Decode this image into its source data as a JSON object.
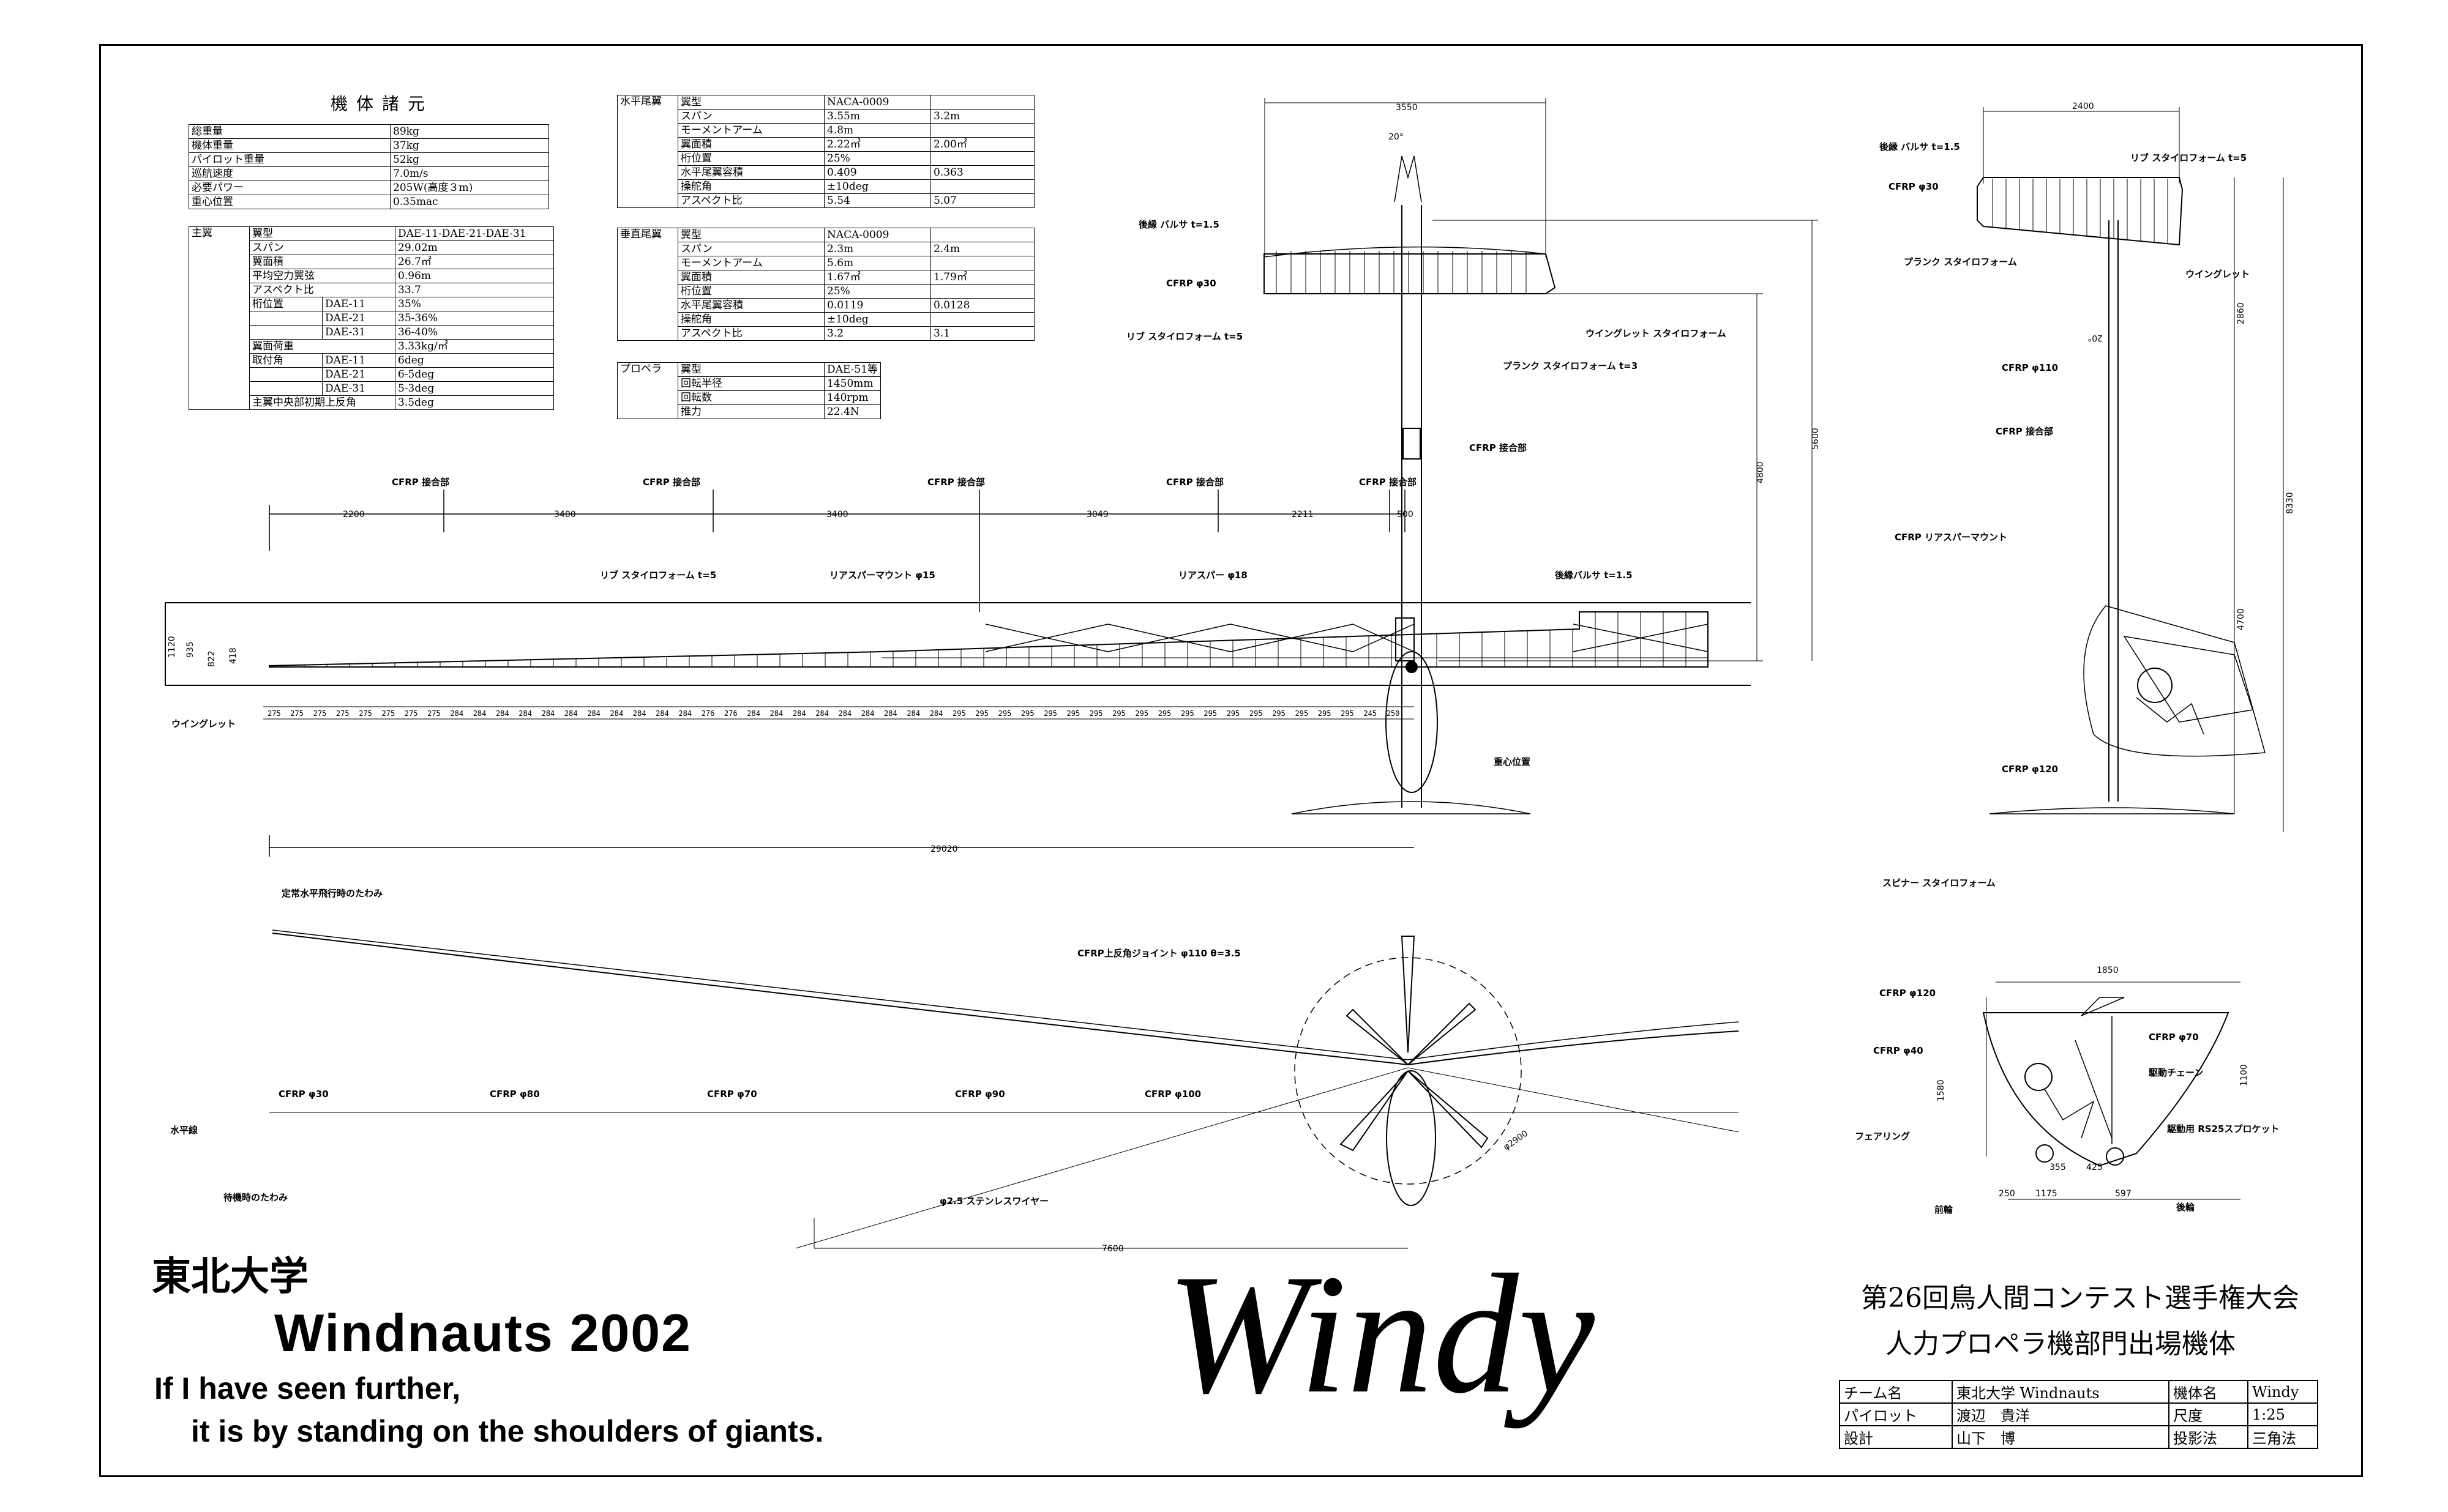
{
  "spec_main": {
    "heading": "機体諸元",
    "rows": [
      [
        "総重量",
        "89kg"
      ],
      [
        "機体重量",
        "37kg"
      ],
      [
        "パイロット重量",
        "52kg"
      ],
      [
        "巡航速度",
        "7.0m/s"
      ],
      [
        "必要パワー",
        "205W(高度３m)"
      ],
      [
        "重心位置",
        "0.35mac"
      ]
    ]
  },
  "spec_wing": {
    "group": "主翼",
    "rows": [
      [
        "翼型",
        "DAE-11-DAE-21-DAE-31"
      ],
      [
        "スパン",
        "29.02m"
      ],
      [
        "翼面積",
        "26.7㎡"
      ],
      [
        "平均空力翼弦",
        "0.96m"
      ],
      [
        "アスペクト比",
        "33.7"
      ],
      [
        "桁位置",
        "DAE-11",
        "35%"
      ],
      [
        "",
        "DAE-21",
        "35-36%"
      ],
      [
        "",
        "DAE-31",
        "36-40%"
      ],
      [
        "翼面荷重",
        "3.33kg/㎡"
      ],
      [
        "取付角",
        "DAE-11",
        "6deg"
      ],
      [
        "",
        "DAE-21",
        "6-5deg"
      ],
      [
        "",
        "DAE-31",
        "5-3deg"
      ],
      [
        "主翼中央部初期上反角",
        "3.5deg"
      ]
    ]
  },
  "spec_htail": {
    "group": "水平尾翼",
    "rows": [
      [
        "翼型",
        "NACA-0009",
        ""
      ],
      [
        "スパン",
        "3.55m",
        "3.2m"
      ],
      [
        "モーメントアーム",
        "4.8m",
        ""
      ],
      [
        "翼面積",
        "2.22㎡",
        "2.00㎡"
      ],
      [
        "桁位置",
        "25%",
        ""
      ],
      [
        "水平尾翼容積",
        "0.409",
        "0.363"
      ],
      [
        "操舵角",
        "±10deg",
        ""
      ],
      [
        "アスペクト比",
        "5.54",
        "5.07"
      ]
    ]
  },
  "spec_vtail": {
    "group": "垂直尾翼",
    "rows": [
      [
        "翼型",
        "NACA-0009",
        ""
      ],
      [
        "スパン",
        "2.3m",
        "2.4m"
      ],
      [
        "モーメントアーム",
        "5.6m",
        ""
      ],
      [
        "翼面積",
        "1.67㎡",
        "1.79㎡"
      ],
      [
        "桁位置",
        "25%",
        ""
      ],
      [
        "水平尾翼容積",
        "0.0119",
        "0.0128"
      ],
      [
        "操舵角",
        "±10deg",
        ""
      ],
      [
        "アスペクト比",
        "3.2",
        "3.1"
      ]
    ]
  },
  "spec_prop": {
    "group": "プロペラ",
    "rows": [
      [
        "翼型",
        "DAE-51等"
      ],
      [
        "回転半径",
        "1450mm"
      ],
      [
        "回転数",
        "140rpm"
      ],
      [
        "推力",
        "22.4N"
      ]
    ]
  },
  "top_view": {
    "joint_labels": [
      "CFRP 接合部",
      "CFRP 接合部",
      "CFRP 接合部",
      "CFRP 接合部",
      "CFRP 接合部"
    ],
    "seg_dims": [
      "2200",
      "3400",
      "3400",
      "3049",
      "2211",
      "500"
    ],
    "rib_label": "リブ スタイロフォーム t=5",
    "rear_mount_label": "リアスパーマウント φ15",
    "rear_spar_label": "リアスパー φ18",
    "te_label": "後縁バルサ t=1.5",
    "winglet_label": "ウイングレット",
    "chord_dims": [
      "1120",
      "935",
      "822",
      "418"
    ],
    "rib_spacings": [
      "275",
      "275",
      "275",
      "275",
      "275",
      "275",
      "275",
      "275",
      "284",
      "284",
      "284",
      "284",
      "284",
      "284",
      "284",
      "284",
      "284",
      "284",
      "284",
      "276",
      "276",
      "284",
      "284",
      "284",
      "284",
      "284",
      "284",
      "284",
      "284",
      "284",
      "295",
      "295",
      "295",
      "295",
      "295",
      "295",
      "295",
      "295",
      "295",
      "295",
      "295",
      "295",
      "295",
      "295",
      "295",
      "295",
      "295",
      "295",
      "245",
      "250"
    ],
    "span_dim": "29020",
    "cg_label": "重心位置",
    "fuse_joint_label": "CFRP 接合部",
    "tail_span_dim": "3550",
    "tail_angle": "20°",
    "tail_te_label": "後縁 バルサ t=1.5",
    "tail_cfrp_label": "CFRP φ30",
    "tail_rib_label": "リブ スタイロフォーム t=5",
    "tail_winglet_label": "ウイングレット スタイロフォーム",
    "tail_plank_label": "プランク スタイロフォーム t=3",
    "dim_4800": "4800",
    "dim_5600": "5600"
  },
  "side_view": {
    "span_dim": "2400",
    "te_label": "後縁 バルサ t=1.5",
    "cfrp30": "CFRP φ30",
    "rib_label": "リブ スタイロフォーム t=5",
    "plank_label": "プランク スタイロフォーム",
    "winglet_label": "ウイングレット",
    "angle": "20°",
    "cfrp110": "CFRP φ110",
    "joint": "CFRP 接合部",
    "rear_mount": "CFRP リアスパーマウント",
    "cfrp120": "CFRP φ120",
    "spinner": "スピナー スタイロフォーム",
    "dim_2860": "2860",
    "dim_8330": "8330",
    "dim_4700": "4700"
  },
  "front_view": {
    "flight_deflection": "定常水平飛行時のたわみ",
    "joint_label": "CFRP上反角ジョイント φ110 θ=3.5",
    "cfrp30": "CFRP φ30",
    "cfrp80": "CFRP φ80",
    "cfrp70": "CFRP φ70",
    "cfrp90": "CFRP φ90",
    "cfrp100": "CFRP φ100",
    "horizon": "水平線",
    "ground_deflection": "待機時のたわみ",
    "wire": "φ2.5 ステンレスワイヤー",
    "dim_7600": "7600",
    "prop_dia": "φ2900"
  },
  "cockpit": {
    "dim_1850": "1850",
    "cfrp120": "CFRP φ120",
    "cfrp40": "CFRP φ40",
    "cfrp70": "CFRP φ70",
    "chain": "駆動チェーン",
    "fairing": "フェアリング",
    "sprocket": "駆動用 RS25スプロケット",
    "front_wheel": "前輪",
    "rear_wheel": "後輪",
    "dim_1580": "1580",
    "dim_1100": "1100",
    "dim_355": "355",
    "dim_425": "425",
    "dim_250": "250",
    "dim_1175": "1175",
    "dim_597": "597"
  },
  "branding": {
    "university": "東北大学",
    "team": "Windnauts  2002",
    "quote1": "If I have seen further,",
    "quote2": "it is by standing on the shoulders of giants.",
    "name": "Windy",
    "contest1": "第26回鳥人間コンテスト選手権大会",
    "contest2": "人力プロペラ機部門出場機体"
  },
  "title_block": {
    "rows": [
      [
        "チーム名",
        "東北大学 Windnauts",
        "機体名",
        "Windy"
      ],
      [
        "パイロット",
        "渡辺　貴洋",
        "尺度",
        "1:25"
      ],
      [
        "設計",
        "山下　博",
        "投影法",
        "三角法"
      ]
    ]
  }
}
